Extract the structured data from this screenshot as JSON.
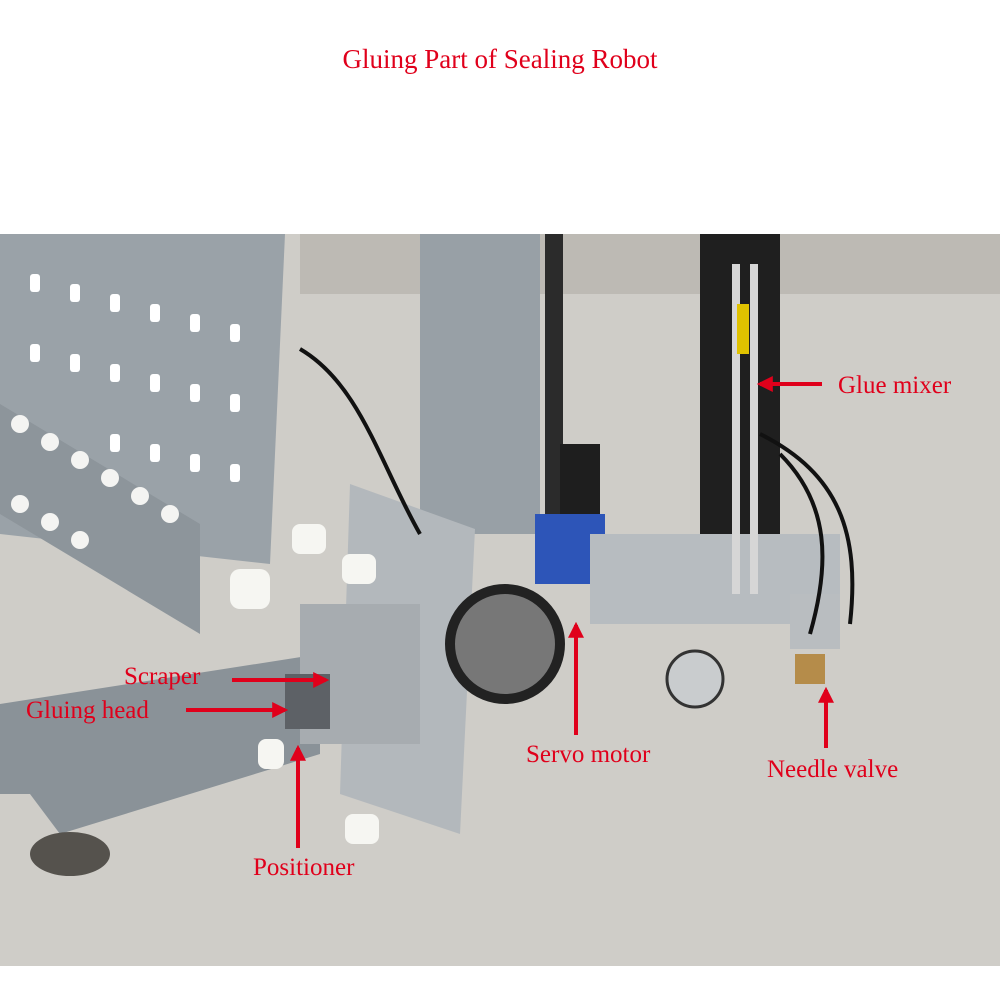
{
  "title": "Gluing Part of Sealing Robot",
  "labels": {
    "glue_mixer": "Glue mixer",
    "scraper": "Scraper",
    "gluing_head": "Gluing head",
    "servo_motor": "Servo motor",
    "needle_valve": "Needle valve",
    "positioner": "Positioner"
  },
  "colors": {
    "label": "#e0001b",
    "floor": "#cfcdc8",
    "machine": "#9ea6ad"
  }
}
